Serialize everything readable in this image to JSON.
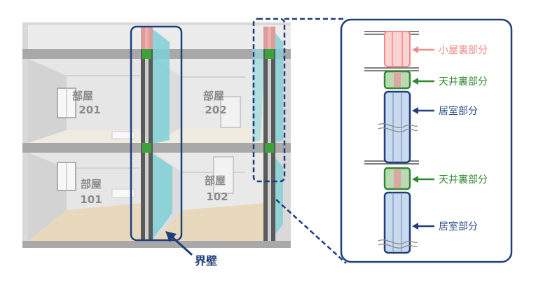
{
  "rooms": {
    "r201": {
      "line1": "部屋",
      "line2": "201"
    },
    "r202": {
      "line1": "部屋",
      "line2": "202"
    },
    "r101": {
      "line1": "部屋",
      "line2": "101"
    },
    "r102": {
      "line1": "部屋",
      "line2": "102"
    }
  },
  "callout": "界壁",
  "detail_labels": {
    "attic": "小屋裏部分",
    "ceiling_upper": "天井裏部分",
    "living_upper": "居室部分",
    "ceiling_lower": "天井裏部分",
    "living_lower": "居室部分"
  },
  "colors": {
    "navy": "#1f3f7a",
    "label_navy": "#2f4f8f",
    "attic_pink": "#f08a8a",
    "ceiling_green": "#2f8a2f",
    "wall_cyan": "#7fd0d6",
    "floor_tan": "#e8d8bc",
    "slab_gray": "#a8a8a8",
    "living_blue": "#c9d9ee"
  }
}
